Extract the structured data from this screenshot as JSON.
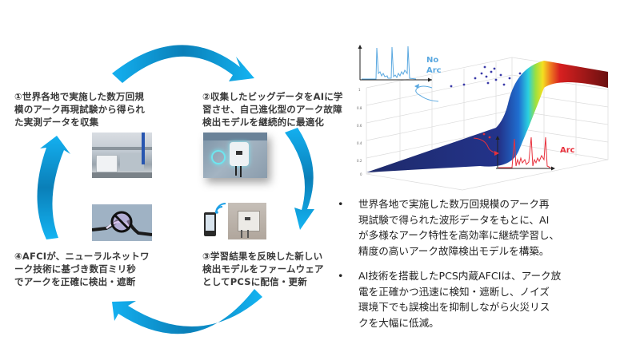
{
  "steps": [
    {
      "id": "step-1",
      "lines": [
        "①世界各地で実施した数万回規",
        "模のアーク再現試験から得られ",
        "た実測データを収集"
      ]
    },
    {
      "id": "step-2",
      "lines": [
        "②収集したビッグデータをAIに学",
        "習させ、自己進化型のアーク故障",
        "検出モデルを継続的に最適化"
      ]
    },
    {
      "id": "step-3",
      "lines": [
        "③学習結果を反映した新しい",
        "検出モデルをファームウェア",
        "としてPCSに配信・更新"
      ]
    },
    {
      "id": "step-4",
      "lines": [
        "④AFCIが、ニューラルネットワ",
        "ーク技術に基づき数百ミリ秒",
        "でアークを正確に検出・遮断"
      ]
    }
  ],
  "figure": {
    "no_arc_label": [
      "No",
      "Arc"
    ],
    "arc_label": "Arc"
  },
  "bullets": [
    {
      "marker": "•",
      "lines": [
        "世界各地で実施した数万回規模のアーク再",
        "現試験で得られた波形データをもとに、AI",
        "が多様なアーク特性を高効率に継続学習し、",
        "精度の高いアーク故障検出モデルを構築。"
      ]
    },
    {
      "marker": "•",
      "lines": [
        "AI技術を搭載したPCS内蔵AFCIは、アーク放",
        "電を正確かつ迅速に検知・遮断し、ノイズ",
        "環境下でも誤検出を抑制しながら火災リス",
        "クを大幅に低減。"
      ]
    }
  ],
  "colors": {
    "arrow": "#00a8e8",
    "arrow_dark": "#0a7fb8",
    "no_arc": "#4a9ad8",
    "arc": "#e8303c"
  }
}
